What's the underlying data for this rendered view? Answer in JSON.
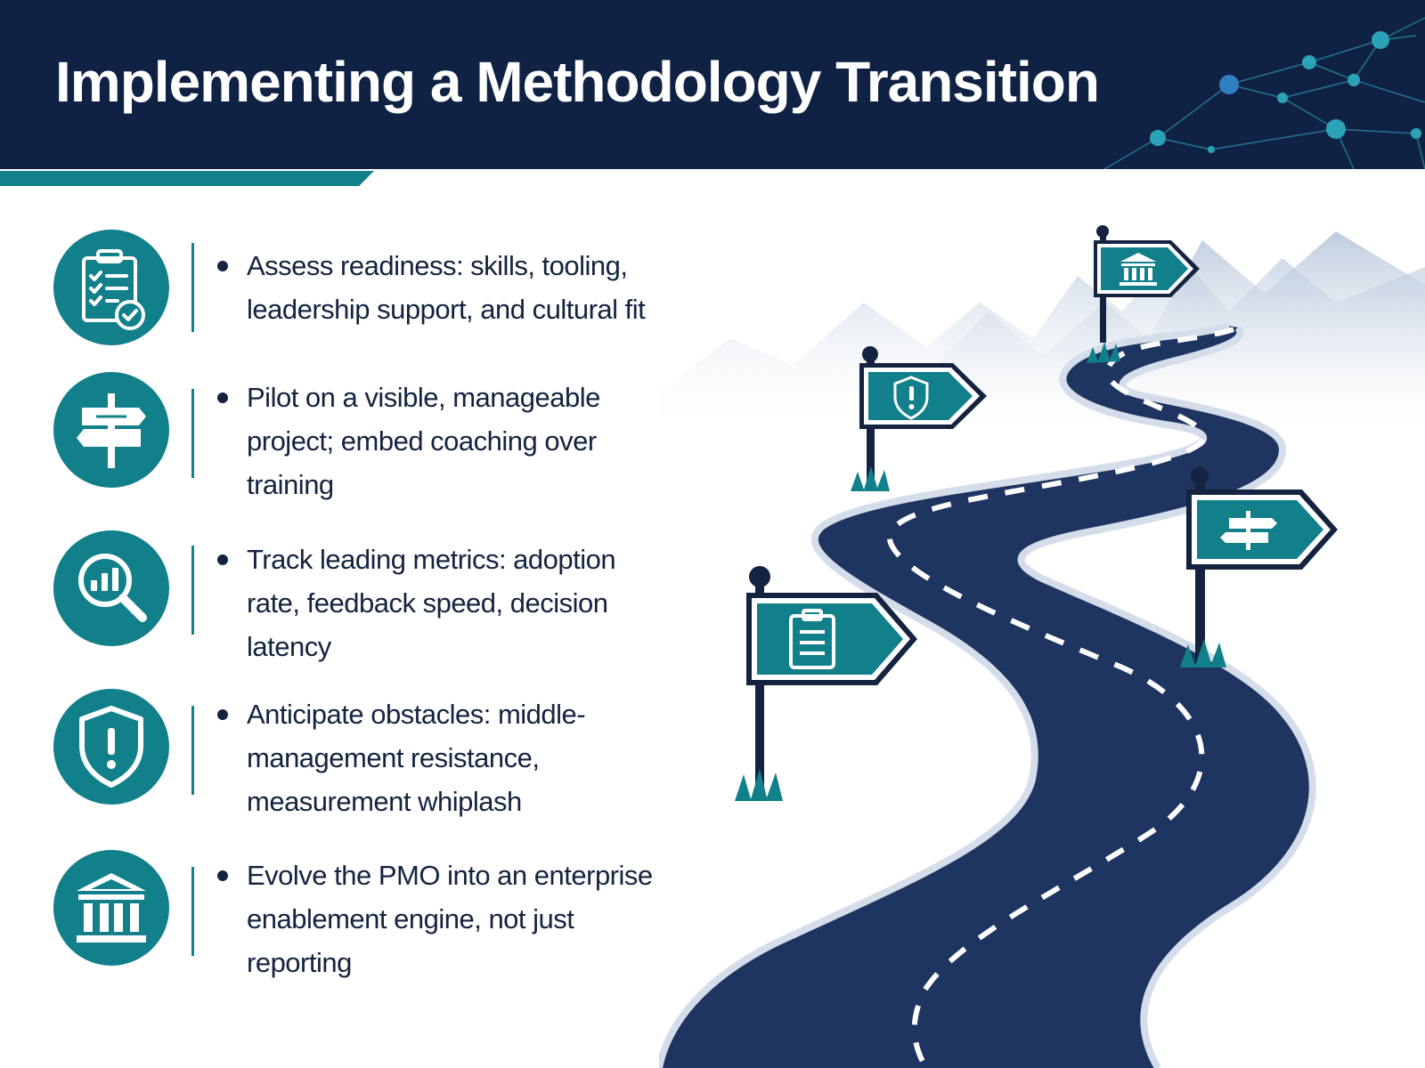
{
  "header": {
    "title": "Implementing a Methodology Transition"
  },
  "steps": [
    {
      "icon": "clipboard-check-icon",
      "text": "Assess readiness: skills, tooling, leadership support, and cultural fit"
    },
    {
      "icon": "signpost-icon",
      "text": "Pilot on a visible, manageable project; embed coaching over training"
    },
    {
      "icon": "magnifier-chart-icon",
      "text": "Track leading metrics: adoption rate, feedback speed, decision latency"
    },
    {
      "icon": "shield-alert-icon",
      "text": "Anticipate obstacles: middle-management resistance, measurement whiplash"
    },
    {
      "icon": "institution-icon",
      "text": "Evolve the PMO into an enterprise enablement engine, not just reporting"
    }
  ],
  "road_signs": [
    {
      "icon": "clipboard-icon"
    },
    {
      "icon": "shield-alert-icon"
    },
    {
      "icon": "signpost-icon"
    },
    {
      "icon": "institution-icon"
    }
  ],
  "colors": {
    "navy": "#0f2244",
    "teal": "#11808a",
    "road": "#1e3461",
    "text": "#14233f",
    "mountain": "#c9d6e6"
  }
}
